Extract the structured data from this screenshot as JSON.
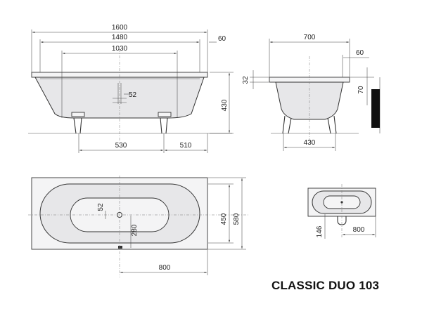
{
  "title": "CLASSIC DUO 103",
  "colors": {
    "line": "#333333",
    "tub_fill": "#e7e7e9",
    "panel": "#111111"
  },
  "side_view": {
    "length_overall": "1600",
    "length_inner": "1480",
    "length_bottom": "1030",
    "rim_offset": "60",
    "waste_height": "52",
    "height": "430",
    "foot_spacing": "530",
    "foot_offset": "510"
  },
  "end_view": {
    "width": "700",
    "rim_offset": "60",
    "rim_thickness": "32",
    "rim_height": "70",
    "foot_width": "430"
  },
  "top_view": {
    "waste_offset": "52",
    "waste_to_edge": "280",
    "inner_width": "450",
    "outer_width": "580",
    "waste_position": "800"
  },
  "small_view": {
    "waste_position": "800",
    "drain_depth": "146"
  }
}
